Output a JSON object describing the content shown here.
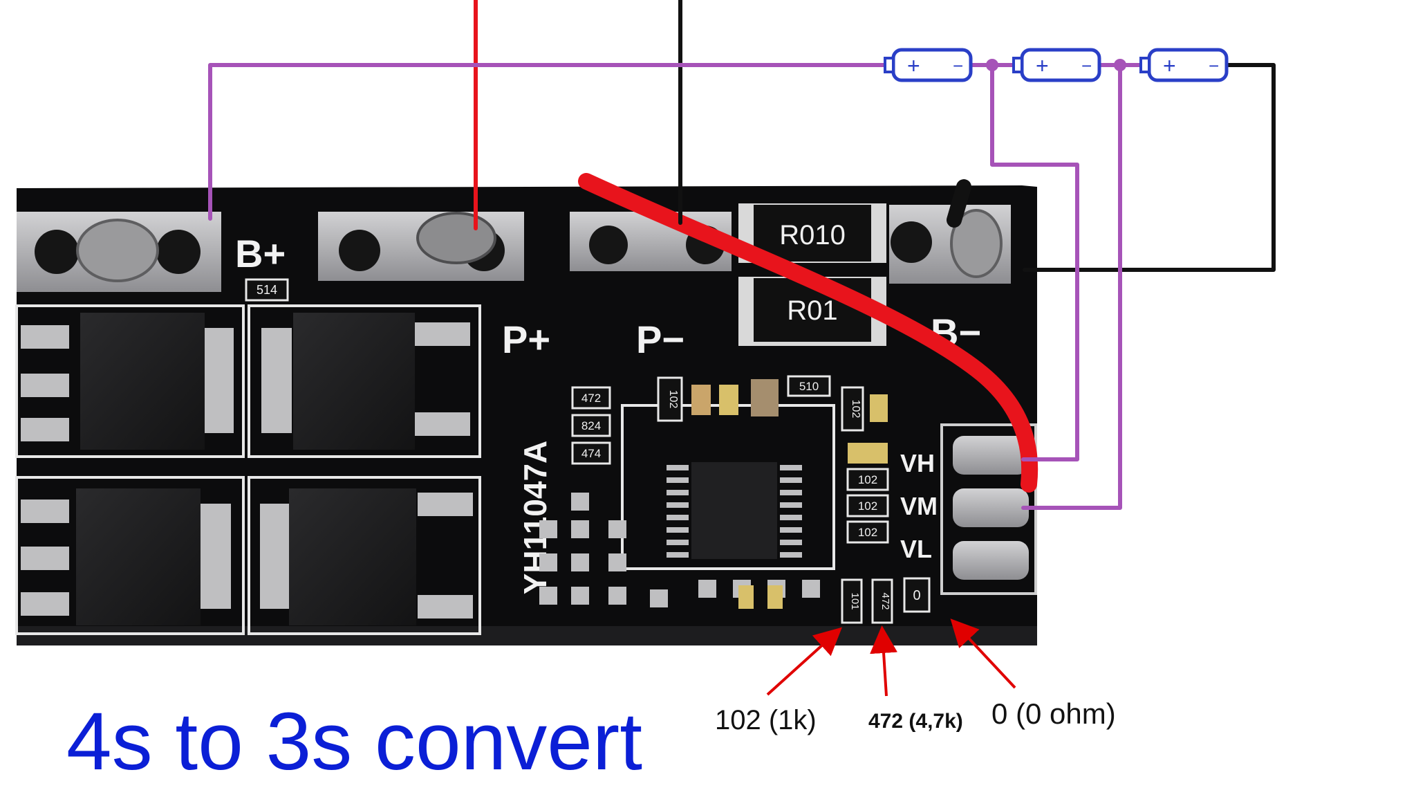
{
  "title": "4s to 3s convert",
  "board": {
    "model": "YH11047A",
    "pads": {
      "b_plus": "B+",
      "p_plus": "P+",
      "p_minus": "P−",
      "b_minus": "B−"
    },
    "balance": {
      "vh": "VH",
      "vm": "VM",
      "vl": "VL"
    },
    "shunt_top": "R010",
    "shunt_bottom": "R01",
    "smd_codes": {
      "c514": "514",
      "c472a": "472",
      "c824": "824",
      "c474": "474",
      "c102a": "102",
      "c510": "510",
      "c102b": "102",
      "c102c": "102",
      "c102d": "102",
      "c102e": "102",
      "c101": "101",
      "c472b": "472",
      "c0": "0"
    }
  },
  "cells": {
    "plus": "+",
    "minus": "−",
    "count": 3
  },
  "annotations": {
    "a1": "102 (1k)",
    "a2": "472 (4,7k)",
    "a3": "0 (0 ohm)"
  },
  "colors": {
    "title": "#0b1fd6",
    "wire_red": "#e8141c",
    "wire_black": "#111111",
    "wire_purple": "#a653b8",
    "cell_outline": "#2a3fc7",
    "arrow": "#e00000",
    "pcb": "#0c0c0d",
    "silk": "#f2f2f2",
    "pad": "#b9b9bb"
  }
}
